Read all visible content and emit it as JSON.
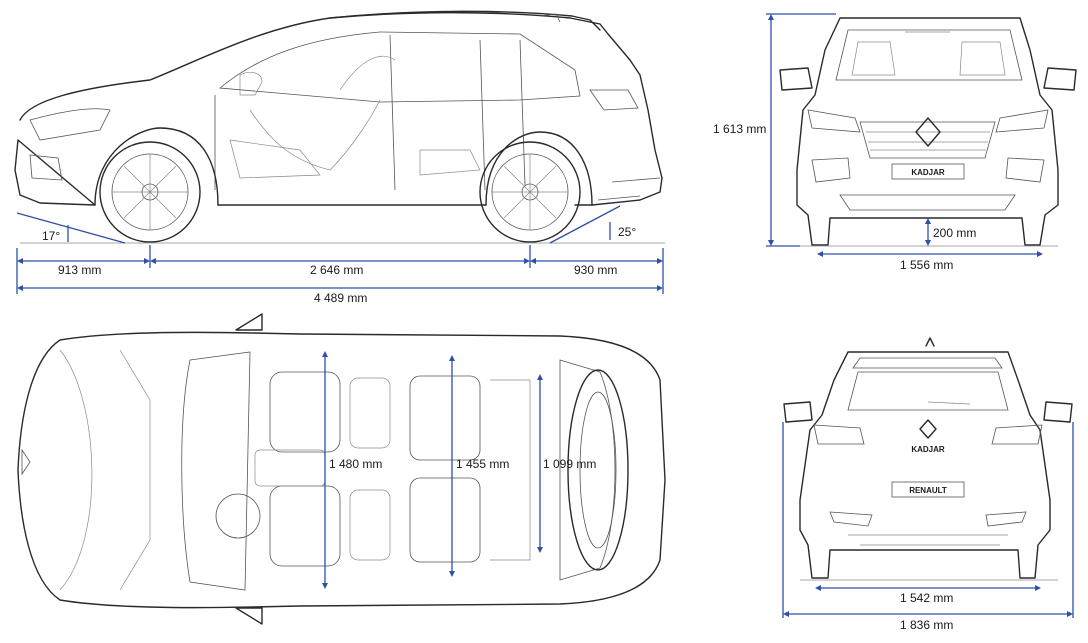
{
  "views": {
    "side": {
      "angle_front": "17°",
      "angle_rear": "25°",
      "overhang_front": "913 mm",
      "wheelbase": "2 646 mm",
      "overhang_rear": "930 mm",
      "length": "4 489 mm"
    },
    "front": {
      "height": "1 613 mm",
      "ground_clearance": "200 mm",
      "track_front": "1 556 mm",
      "plate": "KADJAR"
    },
    "top": {
      "front_interior_width": "1 480 mm",
      "rear_interior_width": "1 455 mm",
      "boot_width": "1 099 mm"
    },
    "rear": {
      "track_rear": "1 542 mm",
      "width_mirrors": "1 836 mm",
      "badge": "KADJAR",
      "plate": "RENAULT"
    }
  },
  "colors": {
    "dimension_line": "#2f4fa8",
    "outline": "#2a2a2a"
  }
}
